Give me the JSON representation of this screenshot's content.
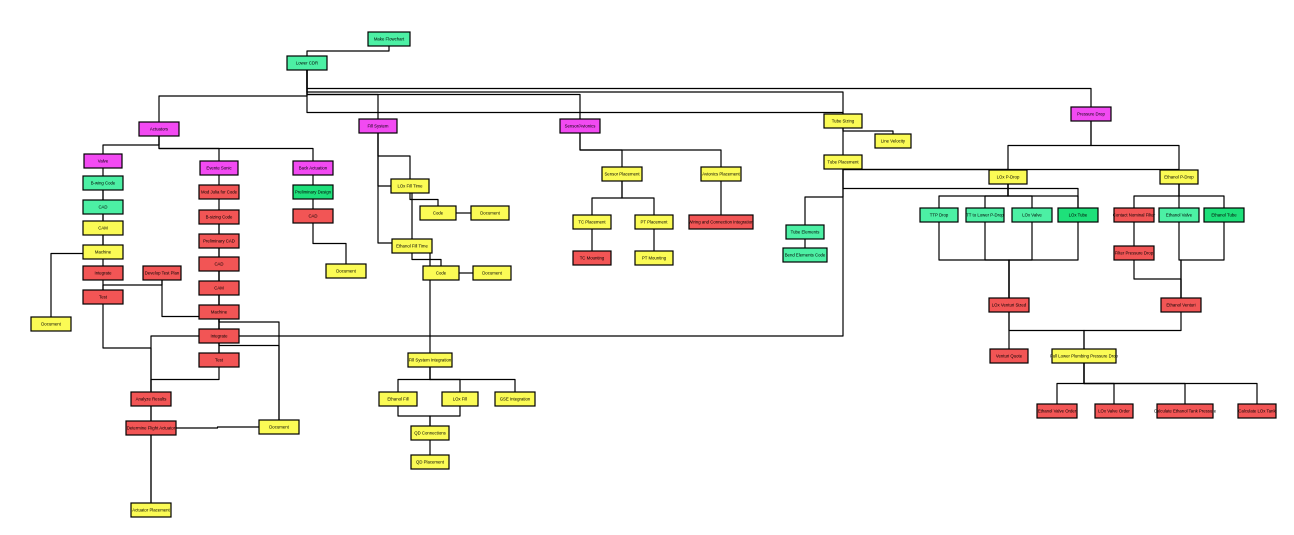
{
  "colors": {
    "magenta": "#f24af2",
    "mint": "#4cf0a4",
    "green": "#1ee07a",
    "yellow": "#fbfb55",
    "red": "#f25555",
    "edge": "#000000",
    "background": "#ffffff"
  },
  "nodes": {
    "make_flowchart": {
      "label": "Make Flowchart",
      "color": "mint"
    },
    "lower_cdr": {
      "label": "Lower CDR",
      "color": "mint"
    },
    "actuators": {
      "label": "Actuators",
      "color": "magenta"
    },
    "fill_system": {
      "label": "Fill System",
      "color": "magenta"
    },
    "sensors_avionics": {
      "label": "Sensor/Avionics",
      "color": "magenta"
    },
    "tube_sizing": {
      "label": "Tube Sizing",
      "color": "yellow"
    },
    "pressure_drop": {
      "label": "Pressure Drop",
      "color": "magenta"
    },
    "line_velocity": {
      "label": "Line Velocity",
      "color": "yellow"
    },
    "tube_placement": {
      "label": "Tube Placement",
      "color": "yellow"
    },
    "valve": {
      "label": "Valve",
      "color": "magenta"
    },
    "bwing_code": {
      "label": "B-wing Code",
      "color": "mint"
    },
    "cad_valve": {
      "label": "CAD",
      "color": "mint"
    },
    "cam_valve": {
      "label": "CAM",
      "color": "yellow"
    },
    "machine_valve": {
      "label": "Machine",
      "color": "yellow"
    },
    "integrate_valve": {
      "label": "Integrate",
      "color": "red"
    },
    "test_valve": {
      "label": "Test",
      "color": "red"
    },
    "document_valve": {
      "label": "Document",
      "color": "yellow"
    },
    "develop_test_plan": {
      "label": "Develop Test Plan",
      "color": "red"
    },
    "evente_sonic": {
      "label": "Evente Sonic",
      "color": "magenta"
    },
    "mod_julia": {
      "label": "Mod Julia for Code",
      "color": "red"
    },
    "bsizing_code": {
      "label": "B-sizing Code",
      "color": "red"
    },
    "preliminary_cad": {
      "label": "Preliminary CAD",
      "color": "red"
    },
    "cad_sonic": {
      "label": "CAD",
      "color": "red"
    },
    "cam_sonic": {
      "label": "CAM",
      "color": "red"
    },
    "machine_sonic": {
      "label": "Machine",
      "color": "red"
    },
    "integrate_sonic": {
      "label": "Integrate",
      "color": "red"
    },
    "test_sonic": {
      "label": "Test",
      "color": "red"
    },
    "analyze_results": {
      "label": "Analyze Results",
      "color": "red"
    },
    "determine_flight": {
      "label": "Determine Flight Actuator",
      "color": "red"
    },
    "actuator_placement": {
      "label": "Actuator Placement",
      "color": "yellow"
    },
    "document_sonic": {
      "label": "Document",
      "color": "yellow"
    },
    "back_actuation": {
      "label": "Back Actuation",
      "color": "magenta"
    },
    "preliminary_design": {
      "label": "Preliminary Design",
      "color": "green"
    },
    "cad_back": {
      "label": "CAD",
      "color": "red"
    },
    "document_back": {
      "label": "Document",
      "color": "yellow"
    },
    "lox_fill_time": {
      "label": "LOx Fill Time",
      "color": "yellow"
    },
    "code_lox": {
      "label": "Code",
      "color": "yellow"
    },
    "document_lox": {
      "label": "Document",
      "color": "yellow"
    },
    "ethanol_fill_time": {
      "label": "Ethanol Fill Time",
      "color": "yellow"
    },
    "code_eth": {
      "label": "Code",
      "color": "yellow"
    },
    "document_eth": {
      "label": "Document",
      "color": "yellow"
    },
    "fill_system_integration": {
      "label": "Fill System Integration",
      "color": "yellow"
    },
    "ethanol_fill": {
      "label": "Ethanol Fill",
      "color": "yellow"
    },
    "lox_fill": {
      "label": "LOx Fill",
      "color": "yellow"
    },
    "gse_integration": {
      "label": "GSE Integration",
      "color": "yellow"
    },
    "qd_connections": {
      "label": "QD Connections",
      "color": "yellow"
    },
    "qd_placement": {
      "label": "QD Placement",
      "color": "yellow"
    },
    "sensor_placement": {
      "label": "Sensor Placement",
      "color": "yellow"
    },
    "avionics_placement": {
      "label": "Avionics Placement",
      "color": "yellow"
    },
    "tc_placement": {
      "label": "TC Placement",
      "color": "yellow"
    },
    "pt_placement": {
      "label": "PT Placement",
      "color": "yellow"
    },
    "tc_mounting": {
      "label": "TC Mounting",
      "color": "red"
    },
    "pt_mounting": {
      "label": "PT Mounting",
      "color": "yellow"
    },
    "wiring_integration": {
      "label": "Wiring and Connection Integration",
      "color": "red"
    },
    "tube_elements": {
      "label": "Tube Elements",
      "color": "mint"
    },
    "bend_elements_code": {
      "label": "Bend Elements Code",
      "color": "mint"
    },
    "lox_pdrop": {
      "label": "LOx P-Drop",
      "color": "yellow"
    },
    "ethanol_pdrop": {
      "label": "Ethanol P-Drop",
      "color": "yellow"
    },
    "ttp_drop": {
      "label": "TTP Drop",
      "color": "mint"
    },
    "tt_lower_pdrop": {
      "label": "TT to Lower P-Drop",
      "color": "mint"
    },
    "lox_valve": {
      "label": "LOx Valve",
      "color": "mint"
    },
    "lox_tube": {
      "label": "LOx Tube",
      "color": "green"
    },
    "contact_nominal_filter": {
      "label": "Contact Nominal Filter",
      "color": "red"
    },
    "ethanol_valve": {
      "label": "Ethanol Valve",
      "color": "mint"
    },
    "ethanol_tube": {
      "label": "Ethanol Tube",
      "color": "green"
    },
    "filter_pressure_drop": {
      "label": "Filter Pressure Drop",
      "color": "red"
    },
    "lox_venturi_sized": {
      "label": "LOx Venturi Sized",
      "color": "red"
    },
    "ethanol_venturi": {
      "label": "Ethanol Venturi",
      "color": "red"
    },
    "venturi_quote": {
      "label": "Venturi Quote",
      "color": "red"
    },
    "full_lower_plumbing": {
      "label": "Full Lower Plumbing Pressure Drop",
      "color": "yellow"
    },
    "ethanol_valve_order": {
      "label": "Ethanol Valve Order",
      "color": "red"
    },
    "lox_valve_order": {
      "label": "LOx Valve Order",
      "color": "red"
    },
    "calc_ethanol_tank": {
      "label": "Calculate Ethanol Tank Pressure",
      "color": "red"
    },
    "calc_lox_tank": {
      "label": "Calculate LOx Tank",
      "color": "red"
    }
  },
  "edges": [
    [
      "lower_cdr",
      "make_flowchart"
    ],
    [
      "lower_cdr",
      "actuators"
    ],
    [
      "lower_cdr",
      "fill_system"
    ],
    [
      "lower_cdr",
      "sensors_avionics"
    ],
    [
      "lower_cdr",
      "tube_sizing"
    ],
    [
      "lower_cdr",
      "pressure_drop"
    ],
    [
      "lower_cdr",
      "tube_placement"
    ],
    [
      "tube_sizing",
      "line_velocity"
    ],
    [
      "actuators",
      "valve"
    ],
    [
      "actuators",
      "evente_sonic"
    ],
    [
      "actuators",
      "back_actuation"
    ],
    [
      "valve",
      "bwing_code"
    ],
    [
      "bwing_code",
      "cad_valve"
    ],
    [
      "cad_valve",
      "cam_valve"
    ],
    [
      "cam_valve",
      "machine_valve"
    ],
    [
      "machine_valve",
      "integrate_valve"
    ],
    [
      "integrate_valve",
      "test_valve"
    ],
    [
      "bwing_code",
      "document_valve"
    ],
    [
      "develop_test_plan",
      "test_valve"
    ],
    [
      "develop_test_plan",
      "test_sonic"
    ],
    [
      "evente_sonic",
      "mod_julia"
    ],
    [
      "mod_julia",
      "bsizing_code"
    ],
    [
      "bsizing_code",
      "preliminary_cad"
    ],
    [
      "preliminary_cad",
      "cad_sonic"
    ],
    [
      "cad_sonic",
      "cam_sonic"
    ],
    [
      "cam_sonic",
      "machine_sonic"
    ],
    [
      "machine_sonic",
      "integrate_sonic"
    ],
    [
      "integrate_sonic",
      "test_sonic"
    ],
    [
      "bsizing_code",
      "document_sonic"
    ],
    [
      "cad_sonic",
      "document_sonic"
    ],
    [
      "test_valve",
      "analyze_results"
    ],
    [
      "test_sonic",
      "analyze_results"
    ],
    [
      "analyze_results",
      "determine_flight"
    ],
    [
      "determine_flight",
      "document_sonic"
    ],
    [
      "determine_flight",
      "actuator_placement"
    ],
    [
      "tube_placement",
      "actuator_placement"
    ],
    [
      "back_actuation",
      "preliminary_design"
    ],
    [
      "preliminary_design",
      "cad_back"
    ],
    [
      "cad_back",
      "document_back"
    ],
    [
      "fill_system",
      "lox_fill_time"
    ],
    [
      "lox_fill_time",
      "code_lox"
    ],
    [
      "code_lox",
      "document_lox"
    ],
    [
      "fill_system",
      "ethanol_fill_time"
    ],
    [
      "ethanol_fill_time",
      "code_eth"
    ],
    [
      "code_eth",
      "document_eth"
    ],
    [
      "fill_system",
      "fill_system_integration"
    ],
    [
      "fill_system_integration",
      "ethanol_fill"
    ],
    [
      "fill_system_integration",
      "lox_fill"
    ],
    [
      "fill_system_integration",
      "gse_integration"
    ],
    [
      "ethanol_fill",
      "qd_connections"
    ],
    [
      "lox_fill",
      "qd_connections"
    ],
    [
      "qd_connections",
      "qd_placement"
    ],
    [
      "sensors_avionics",
      "sensor_placement"
    ],
    [
      "sensors_avionics",
      "avionics_placement"
    ],
    [
      "sensor_placement",
      "tc_placement"
    ],
    [
      "sensor_placement",
      "pt_placement"
    ],
    [
      "tc_placement",
      "tc_mounting"
    ],
    [
      "pt_placement",
      "pt_mounting"
    ],
    [
      "avionics_placement",
      "wiring_integration"
    ],
    [
      "tube_placement",
      "tube_elements"
    ],
    [
      "tube_elements",
      "bend_elements_code"
    ],
    [
      "tube_placement",
      "lox_pdrop"
    ],
    [
      "tube_placement",
      "ethanol_pdrop"
    ],
    [
      "tube_placement",
      "lox_tube"
    ],
    [
      "pressure_drop",
      "lox_pdrop"
    ],
    [
      "pressure_drop",
      "ethanol_pdrop"
    ],
    [
      "lox_pdrop",
      "ttp_drop"
    ],
    [
      "lox_pdrop",
      "tt_lower_pdrop"
    ],
    [
      "lox_pdrop",
      "lox_valve"
    ],
    [
      "lox_pdrop",
      "lox_tube"
    ],
    [
      "ethanol_pdrop",
      "contact_nominal_filter"
    ],
    [
      "ethanol_pdrop",
      "ethanol_valve"
    ],
    [
      "ethanol_pdrop",
      "ethanol_tube"
    ],
    [
      "contact_nominal_filter",
      "filter_pressure_drop"
    ],
    [
      "ttp_drop",
      "lox_venturi_sized"
    ],
    [
      "tt_lower_pdrop",
      "lox_venturi_sized"
    ],
    [
      "lox_valve",
      "lox_venturi_sized"
    ],
    [
      "lox_tube",
      "lox_venturi_sized"
    ],
    [
      "filter_pressure_drop",
      "ethanol_venturi"
    ],
    [
      "ethanol_valve",
      "ethanol_venturi"
    ],
    [
      "ethanol_tube",
      "ethanol_venturi"
    ],
    [
      "lox_venturi_sized",
      "venturi_quote"
    ],
    [
      "lox_venturi_sized",
      "full_lower_plumbing"
    ],
    [
      "ethanol_venturi",
      "full_lower_plumbing"
    ],
    [
      "full_lower_plumbing",
      "ethanol_valve_order"
    ],
    [
      "full_lower_plumbing",
      "lox_valve_order"
    ],
    [
      "full_lower_plumbing",
      "calc_ethanol_tank"
    ],
    [
      "full_lower_plumbing",
      "calc_lox_tank"
    ]
  ]
}
